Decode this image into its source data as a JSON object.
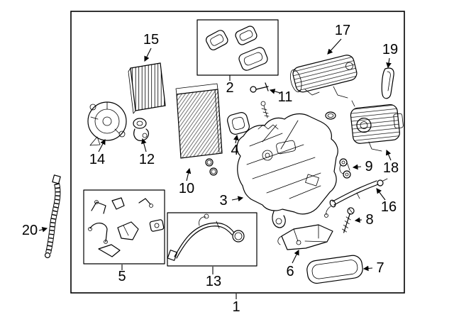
{
  "figure": {
    "kind": "exploded-parts-diagram",
    "background": "#ffffff",
    "line_color": "#000000"
  },
  "callouts": [
    {
      "number": "1",
      "part": "main-assembly-outline"
    },
    {
      "number": "2",
      "part": "seal-pad-set"
    },
    {
      "number": "3",
      "part": "hvac-housing"
    },
    {
      "number": "4",
      "part": "grommet-seal"
    },
    {
      "number": "5",
      "part": "clip-bracket-set"
    },
    {
      "number": "6",
      "part": "mounting-bracket"
    },
    {
      "number": "7",
      "part": "gasket-seal"
    },
    {
      "number": "8",
      "part": "screw"
    },
    {
      "number": "9",
      "part": "retainer-clip"
    },
    {
      "number": "10",
      "part": "evaporator-core"
    },
    {
      "number": "11",
      "part": "sensor-valve"
    },
    {
      "number": "12",
      "part": "small-bracket"
    },
    {
      "number": "13",
      "part": "drain-hose-assembly"
    },
    {
      "number": "14",
      "part": "blower-housing"
    },
    {
      "number": "15",
      "part": "filter-element"
    },
    {
      "number": "16",
      "part": "pipe"
    },
    {
      "number": "17",
      "part": "upper-housing-cover"
    },
    {
      "number": "18",
      "part": "actuator-housing"
    },
    {
      "number": "19",
      "part": "side-seal-strip"
    },
    {
      "number": "20",
      "part": "corrugated-hose"
    }
  ]
}
